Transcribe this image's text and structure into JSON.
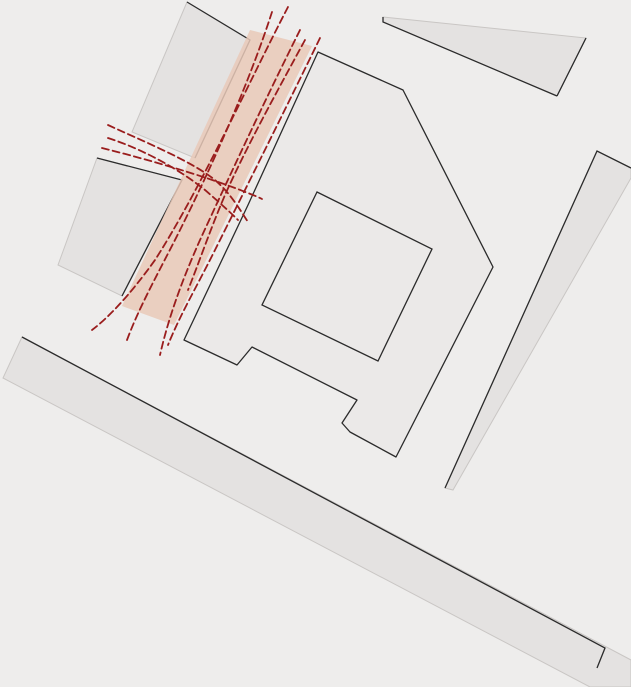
{
  "diagram": {
    "type": "site-plan",
    "colors": {
      "background": "#eeedec",
      "block_fill": "#e4e2e1",
      "building_outline": "#2b2b2b",
      "corridor_fill": "#e9c9b8",
      "desire_line": "#9a1d1d"
    },
    "elements": {
      "blocks": [
        "upper-left-block",
        "lower-left-block",
        "top-right-block",
        "right-strip-block",
        "bottom-strip-block"
      ],
      "main_building": "main-building",
      "courtyard": "central-courtyard",
      "corridor": "pedestrian-corridor",
      "desire_lines_count": 8
    }
  }
}
